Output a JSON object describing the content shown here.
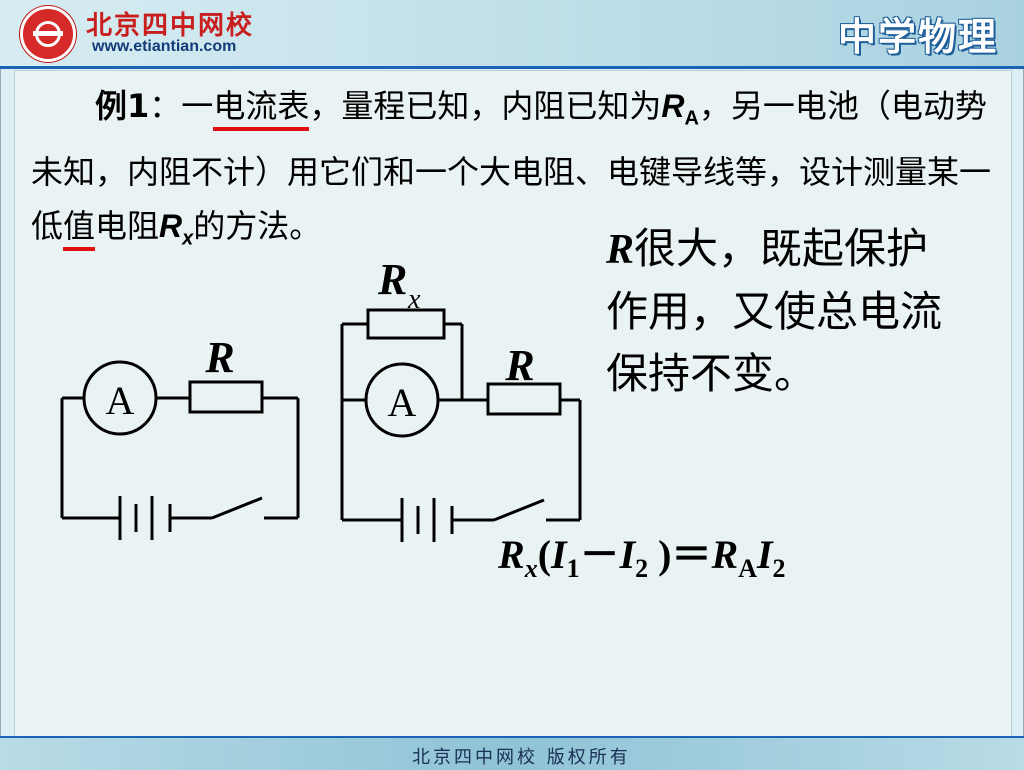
{
  "header": {
    "brand_name": "北京四中网校",
    "brand_url": "www.etiantian.com",
    "subject": "中学物理"
  },
  "problem": {
    "example_label": "例1",
    "colon": "：",
    "text_1": "一",
    "underline_1": "电流表",
    "text_2": "，量程已知，内阻已知为",
    "ra_symbol": "R",
    "ra_sub": "A",
    "text_3": "，另一电池（电动势未知，内阻不计）用它们和一个大电阻、电键导线等，设计测量某一低",
    "underline_2": "值",
    "text_4": "电阻",
    "rx_symbol": "R",
    "rx_sub": "x",
    "text_5": "的方法。"
  },
  "circuit_left": {
    "ammeter_label": "A",
    "resistor_label": "R"
  },
  "circuit_right": {
    "ammeter_label": "A",
    "resistor_label": "R",
    "rx_symbol": "R",
    "rx_sub": "x"
  },
  "note": {
    "r_symbol": "R",
    "text": "很大，既起保护作用，又使总电流保持不变。"
  },
  "equation": {
    "rx": "R",
    "rx_sub": "x",
    "open": "(",
    "i1": "I",
    "i1_sub": "1",
    "minus": "－",
    "i2": "I",
    "i2_sub": "2",
    "close": " )＝",
    "ra": "R",
    "ra_sub": "A",
    "i2b": "I",
    "i2b_sub": "2"
  },
  "footer": {
    "text": "北京四中网校   版权所有"
  },
  "colors": {
    "header_accent": "#1a63b5",
    "brand_red": "#c81e1e",
    "underline_red": "#e01010"
  }
}
